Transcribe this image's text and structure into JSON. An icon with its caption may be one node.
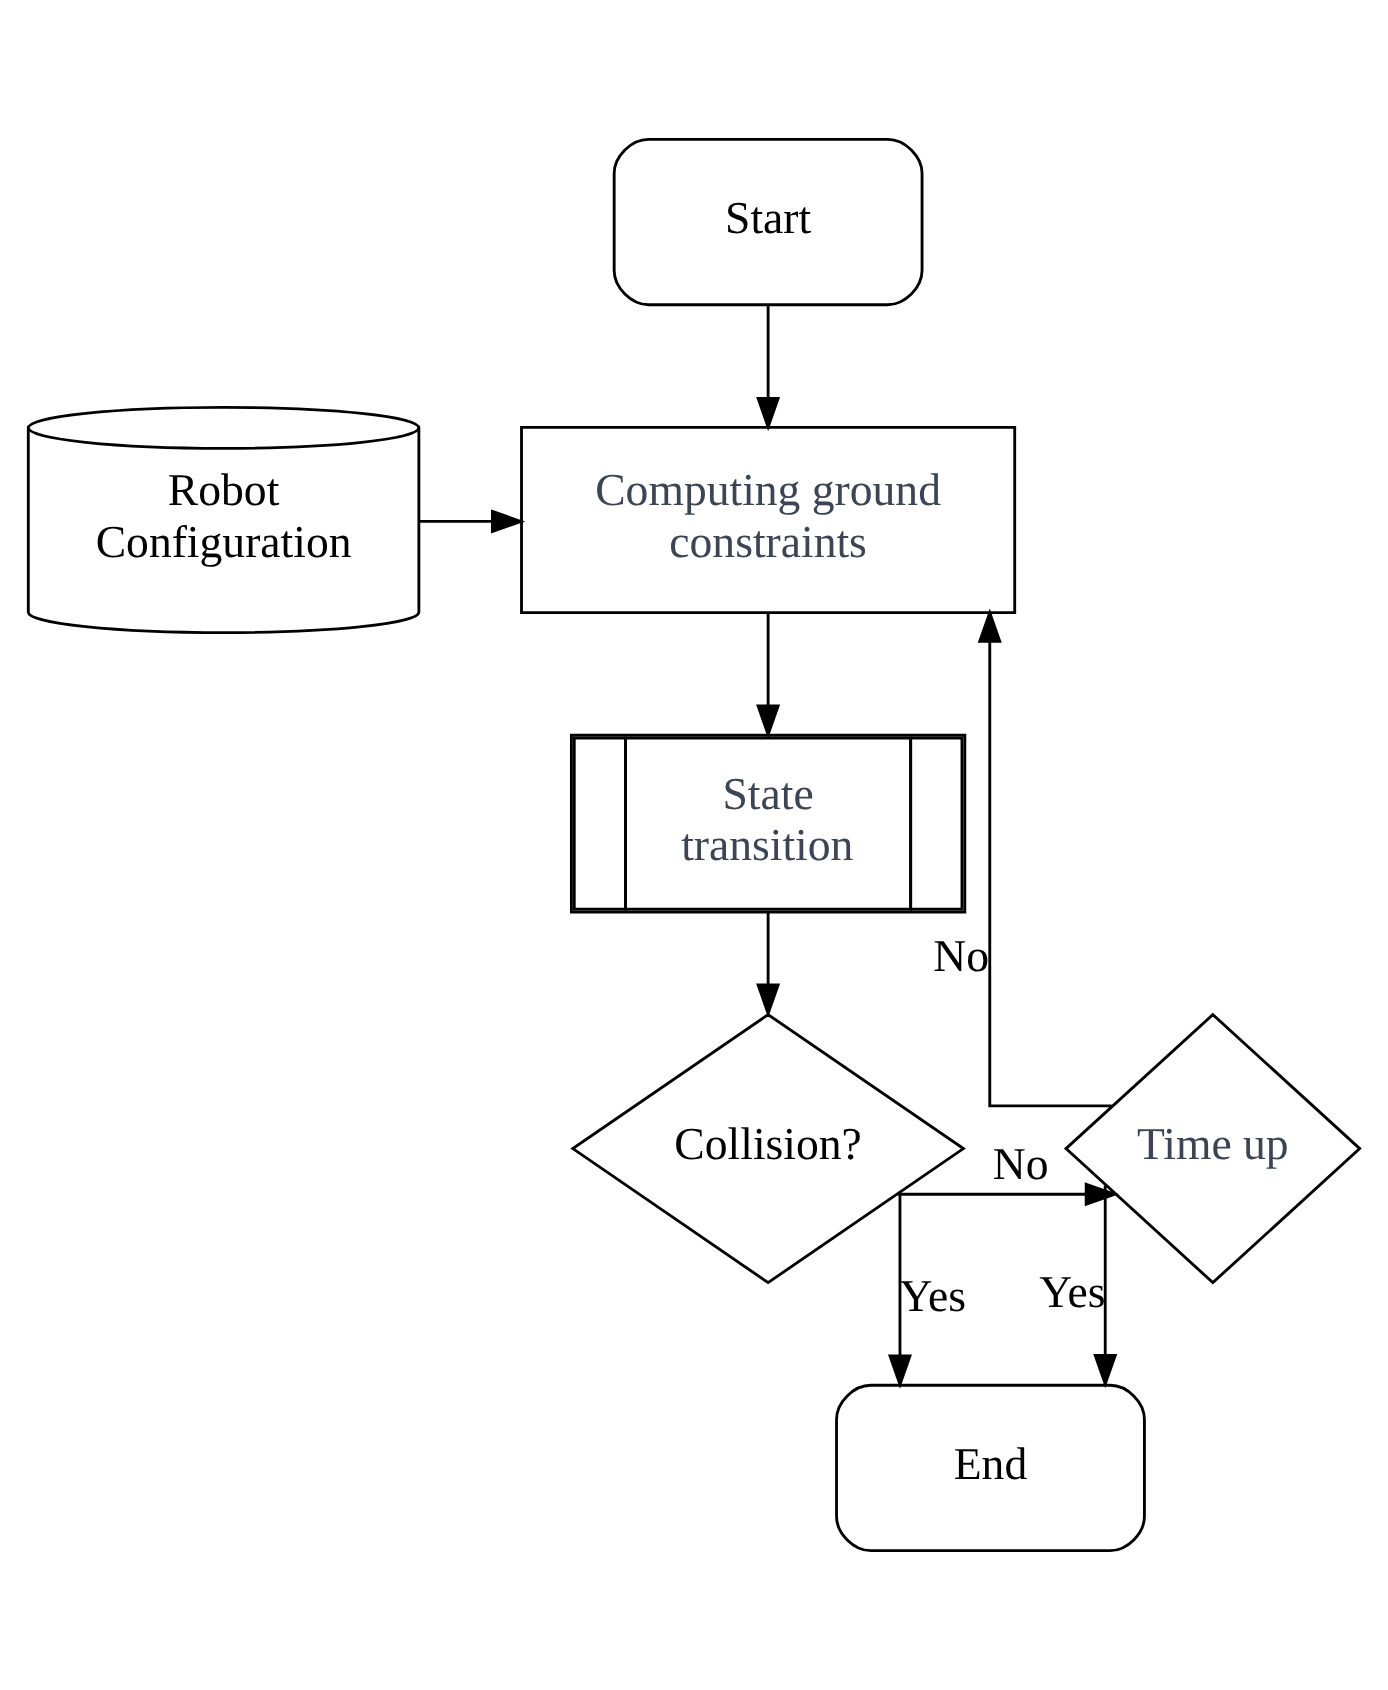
{
  "diagram": {
    "nodes": [
      {
        "text": [
          "Start"
        ]
      },
      {
        "text": [
          "Robot Configuration"
        ]
      },
      {
        "text": [
          "Computing ground constraints"
        ]
      },
      {
        "text": [
          "State transition"
        ]
      },
      {
        "text": [
          "Collision?"
        ]
      },
      {
        "text": [
          "Time up"
        ]
      },
      {
        "text": [
          "End"
        ]
      }
    ],
    "edges": [
      {
        "from": 0,
        "to": 2,
        "arrow": "to"
      },
      {
        "from": 1,
        "to": 2,
        "arrow": "to"
      },
      {
        "from": 2,
        "to": 3,
        "arrow": "to"
      },
      {
        "from": 3,
        "to": 4,
        "arrow": "to"
      },
      {
        "from": 4,
        "to": 5,
        "arrow": "to",
        "label": "No"
      },
      {
        "from": 5,
        "to": 2,
        "arrow": "to",
        "label": "No"
      },
      {
        "from": 4,
        "to": 6,
        "arrow": "to",
        "label": "Yes"
      },
      {
        "from": 5,
        "to": 6,
        "arrow": "to",
        "label": "Yes"
      }
    ]
  }
}
